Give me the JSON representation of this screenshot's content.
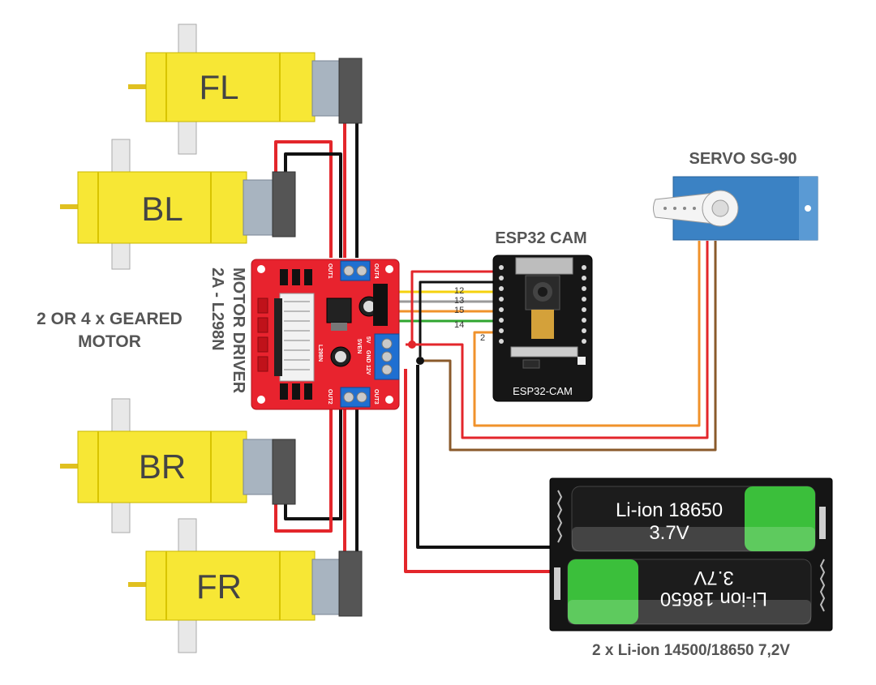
{
  "motors": {
    "fl": "FL",
    "bl": "BL",
    "br": "BR",
    "fr": "FR",
    "caption_line1": "2 OR 4 x GEARED",
    "caption_line2": "MOTOR"
  },
  "driver": {
    "title_line1": "MOTOR DRIVER",
    "title_line2": "2A - L298N",
    "chip_text": "L298N",
    "out1": "OUT1",
    "out2": "OUT2",
    "out3": "OUT3",
    "out4": "OUT4",
    "v12": "12V",
    "gnd": "GND",
    "v5": "5V",
    "en": "5VEN"
  },
  "esp32": {
    "title": "ESP32 CAM",
    "board_label": "ESP32-CAM",
    "pins": [
      "12",
      "13",
      "15",
      "14",
      "2"
    ]
  },
  "servo": {
    "title": "SERVO SG-90"
  },
  "battery": {
    "cell1_line1": "Li-ion 18650",
    "cell1_line2": "3.7V",
    "cell2_line1": "Li-ion 18650",
    "cell2_line2": "3.7V",
    "caption": "2 x Li-ion 14500/18650 7,2V"
  },
  "colors": {
    "motor_yellow": "#f7e735",
    "driver_red": "#e8232e",
    "terminal_blue": "#1f6fd1",
    "servo_blue": "#3b82c4",
    "battery_green": "#3bbf3b",
    "wire_red": "#e3262b",
    "wire_black": "#111111",
    "wire_orange": "#f0922b",
    "wire_brown": "#8a5a2b",
    "wire_yellow": "#f5d20e",
    "wire_gray": "#9a9a9a",
    "wire_green": "#2fa52f"
  }
}
